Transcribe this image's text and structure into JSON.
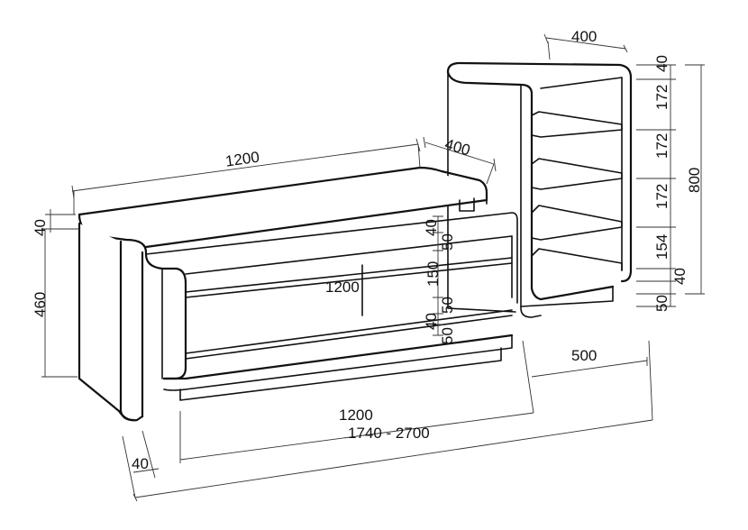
{
  "dimensions": {
    "top_width": "1200",
    "top_depth": "400",
    "side_thickness": "40",
    "height_460": "460",
    "drawer_width": "1200",
    "drawer_40_top": "40",
    "drawer_50_top": "50",
    "drawer_150": "150",
    "drawer_50_mid": "50",
    "drawer_40_low": "40",
    "drawer_50_low": "50",
    "base_width": "1200",
    "total_length": "1740 - 2700",
    "foot_thickness": "40",
    "shelf_depth": "500",
    "bookcase_width": "400",
    "bookcase_top": "40",
    "shelf_1": "172",
    "shelf_2": "172",
    "shelf_3": "172",
    "shelf_4": "154",
    "shelf_bottom": "40",
    "plinth": "50",
    "total_height": "800"
  }
}
